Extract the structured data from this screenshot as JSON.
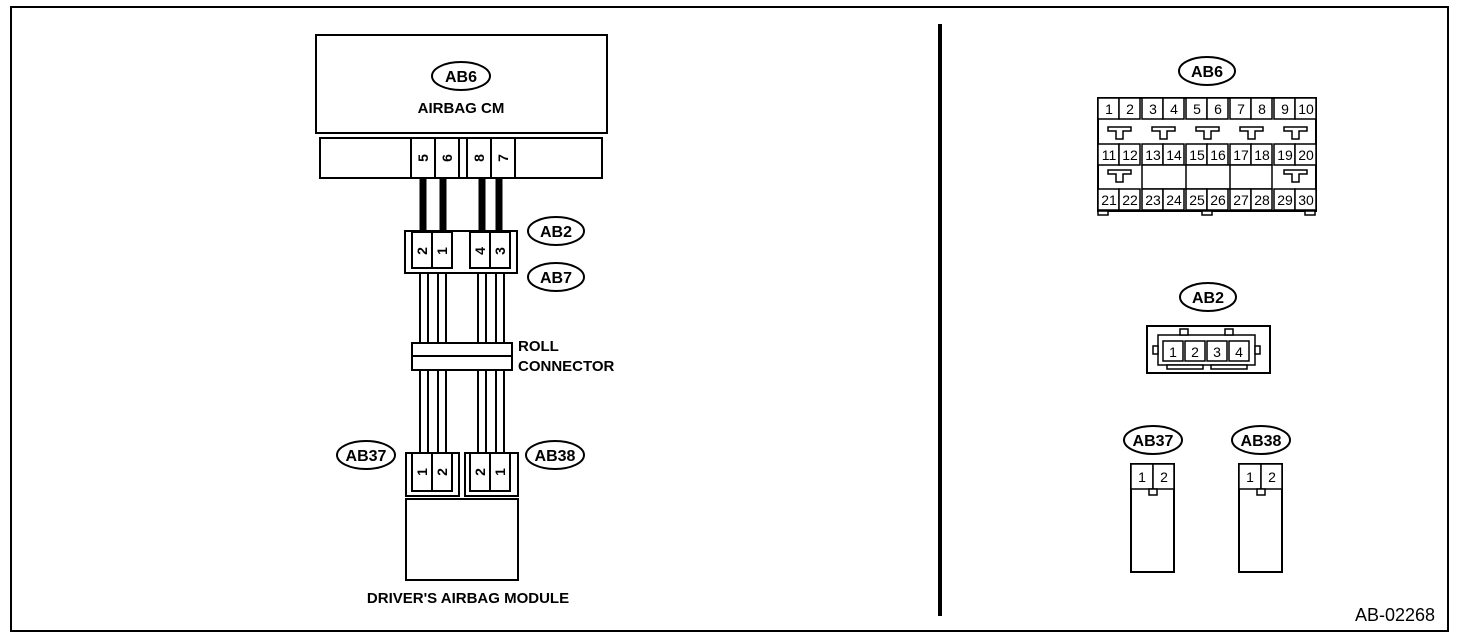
{
  "figure_code": "AB-02268",
  "left_schematic": {
    "airbag_cm": {
      "connector_id": "AB6",
      "name": "AIRBAG CM",
      "pins": [
        "5",
        "6",
        "8",
        "7"
      ]
    },
    "harness_connector": {
      "upper_id": "AB2",
      "lower_id": "AB7",
      "pins": [
        "2",
        "1",
        "4",
        "3"
      ]
    },
    "roll_connector": {
      "line1": "ROLL",
      "line2": "CONNECTOR"
    },
    "module_connectors": {
      "left_id": "AB37",
      "right_id": "AB38",
      "left_pins": [
        "1",
        "2"
      ],
      "right_pins": [
        "2",
        "1"
      ]
    },
    "driver_module": {
      "name": "DRIVER'S AIRBAG MODULE"
    }
  },
  "right_connectors": {
    "ab6": {
      "id": "AB6",
      "row1": [
        "1",
        "2",
        "3",
        "4",
        "5",
        "6",
        "7",
        "8",
        "9",
        "10"
      ],
      "row2": [
        "11",
        "12",
        "13",
        "14",
        "15",
        "16",
        "17",
        "18",
        "19",
        "20"
      ],
      "row3": [
        "21",
        "22",
        "23",
        "24",
        "25",
        "26",
        "27",
        "28",
        "29",
        "30"
      ]
    },
    "ab2": {
      "id": "AB2",
      "pins": [
        "1",
        "2",
        "3",
        "4"
      ]
    },
    "ab37": {
      "id": "AB37",
      "pins": [
        "1",
        "2"
      ]
    },
    "ab38": {
      "id": "AB38",
      "pins": [
        "1",
        "2"
      ]
    }
  }
}
